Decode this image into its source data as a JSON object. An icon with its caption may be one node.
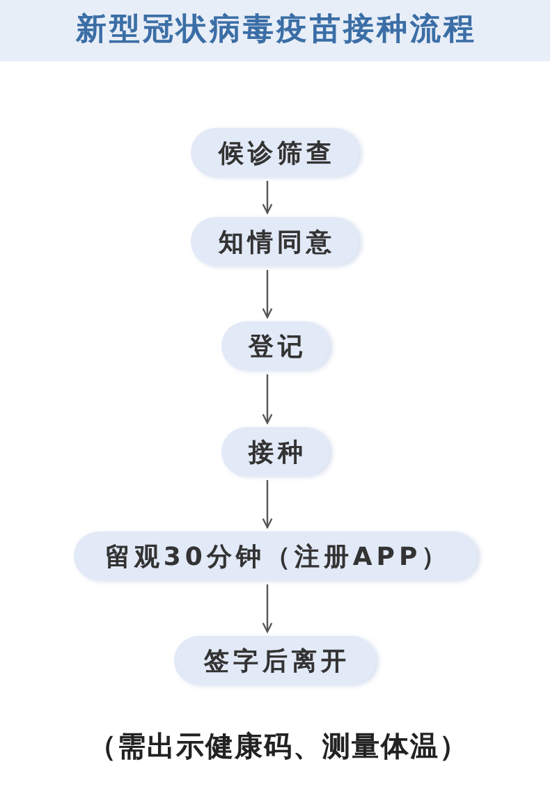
{
  "diagram": {
    "title": "新型冠状病毒疫苗接种流程",
    "nodes": [
      {
        "text": [
          "候诊筛查"
        ]
      },
      {
        "text": [
          "知情同意"
        ]
      },
      {
        "text": [
          "登记"
        ]
      },
      {
        "text": [
          "接种"
        ]
      },
      {
        "text": [
          "留观30分钟（注册APP）"
        ]
      },
      {
        "text": [
          "签字后离开"
        ]
      }
    ],
    "edges": [
      {
        "from": 0,
        "to": 1,
        "arrow": "to"
      },
      {
        "from": 1,
        "to": 2,
        "arrow": "to"
      },
      {
        "from": 2,
        "to": 3,
        "arrow": "to"
      },
      {
        "from": 3,
        "to": 4,
        "arrow": "to"
      },
      {
        "from": 4,
        "to": 5,
        "arrow": "to"
      }
    ],
    "caption": "（需出示健康码、测量体温）"
  }
}
